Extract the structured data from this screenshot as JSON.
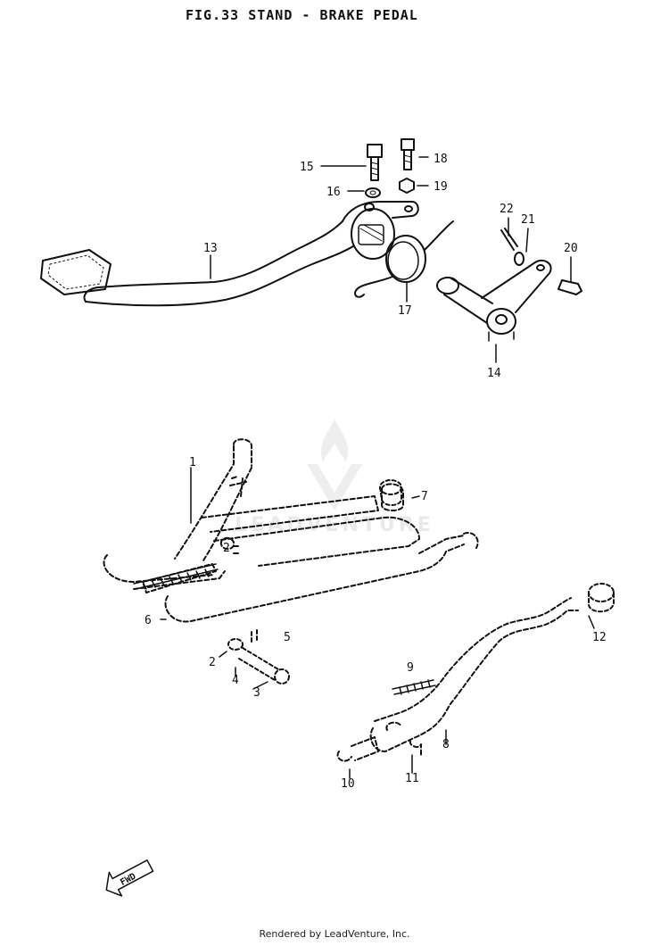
{
  "title": "FIG.33  STAND - BRAKE PEDAL",
  "watermark": "LEADVENTURE",
  "fwd_label": "FWD",
  "footer": "Rendered by LeadVenture, Inc.",
  "callouts": {
    "c1": "1",
    "c2": "2",
    "c2b": "2",
    "c3": "3",
    "c4": "4",
    "c5": "5",
    "c6": "6",
    "c7": "7",
    "c8": "8",
    "c9": "9",
    "c10": "10",
    "c11": "11",
    "c12": "12",
    "c13": "13",
    "c14": "14",
    "c15": "15",
    "c16": "16",
    "c17": "17",
    "c18": "18",
    "c19": "19",
    "c20": "20",
    "c21": "21",
    "c22": "22"
  },
  "colors": {
    "ink": "#111111",
    "watermark": "#888888"
  }
}
